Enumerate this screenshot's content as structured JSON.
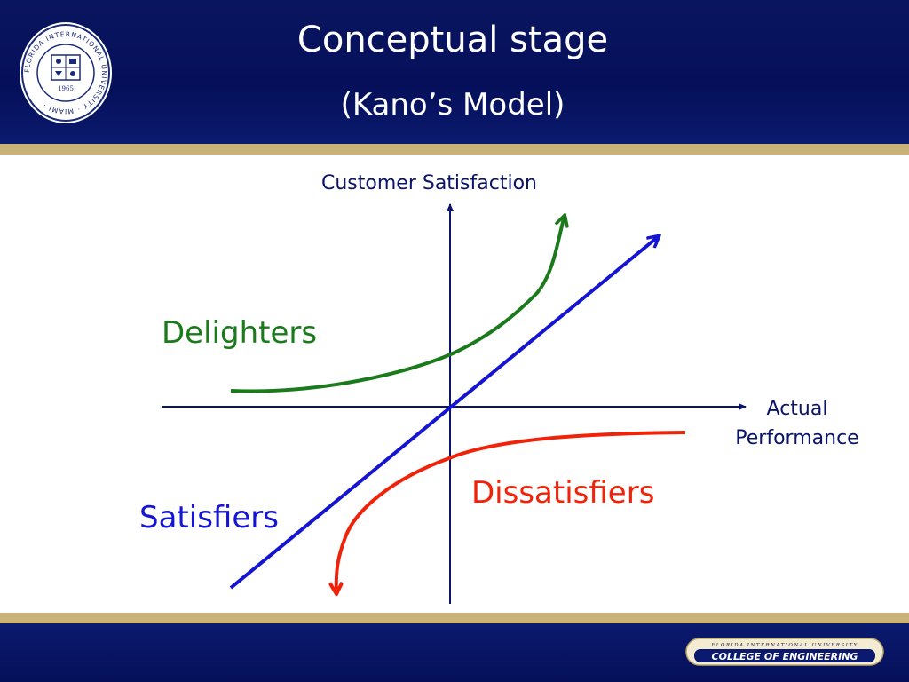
{
  "slide": {
    "title": "Conceptual stage",
    "subtitle": "(Kano’s Model)"
  },
  "diagram": {
    "y_axis_label": "Customer Satisfaction",
    "x_axis_label": "Actual Performance",
    "curves": [
      {
        "name": "Delighters",
        "color": "#1b7a1b"
      },
      {
        "name": "Dissatisfiers",
        "color": "#f0230a"
      },
      {
        "name": "Satisfiers",
        "color": "#1414d2"
      }
    ],
    "axis_color": "#0a146a"
  },
  "seal": {
    "ring_text": "FLORIDA INTERNATIONAL UNIVERSITY · MIAMI ·",
    "year": "1965"
  },
  "footer": {
    "badge_top": "FLORIDA INTERNATIONAL UNIVERSITY",
    "badge_main": "COLLEGE OF ENGINEERING"
  },
  "colors": {
    "navy": "#06105a",
    "gold": "#c9b376"
  }
}
